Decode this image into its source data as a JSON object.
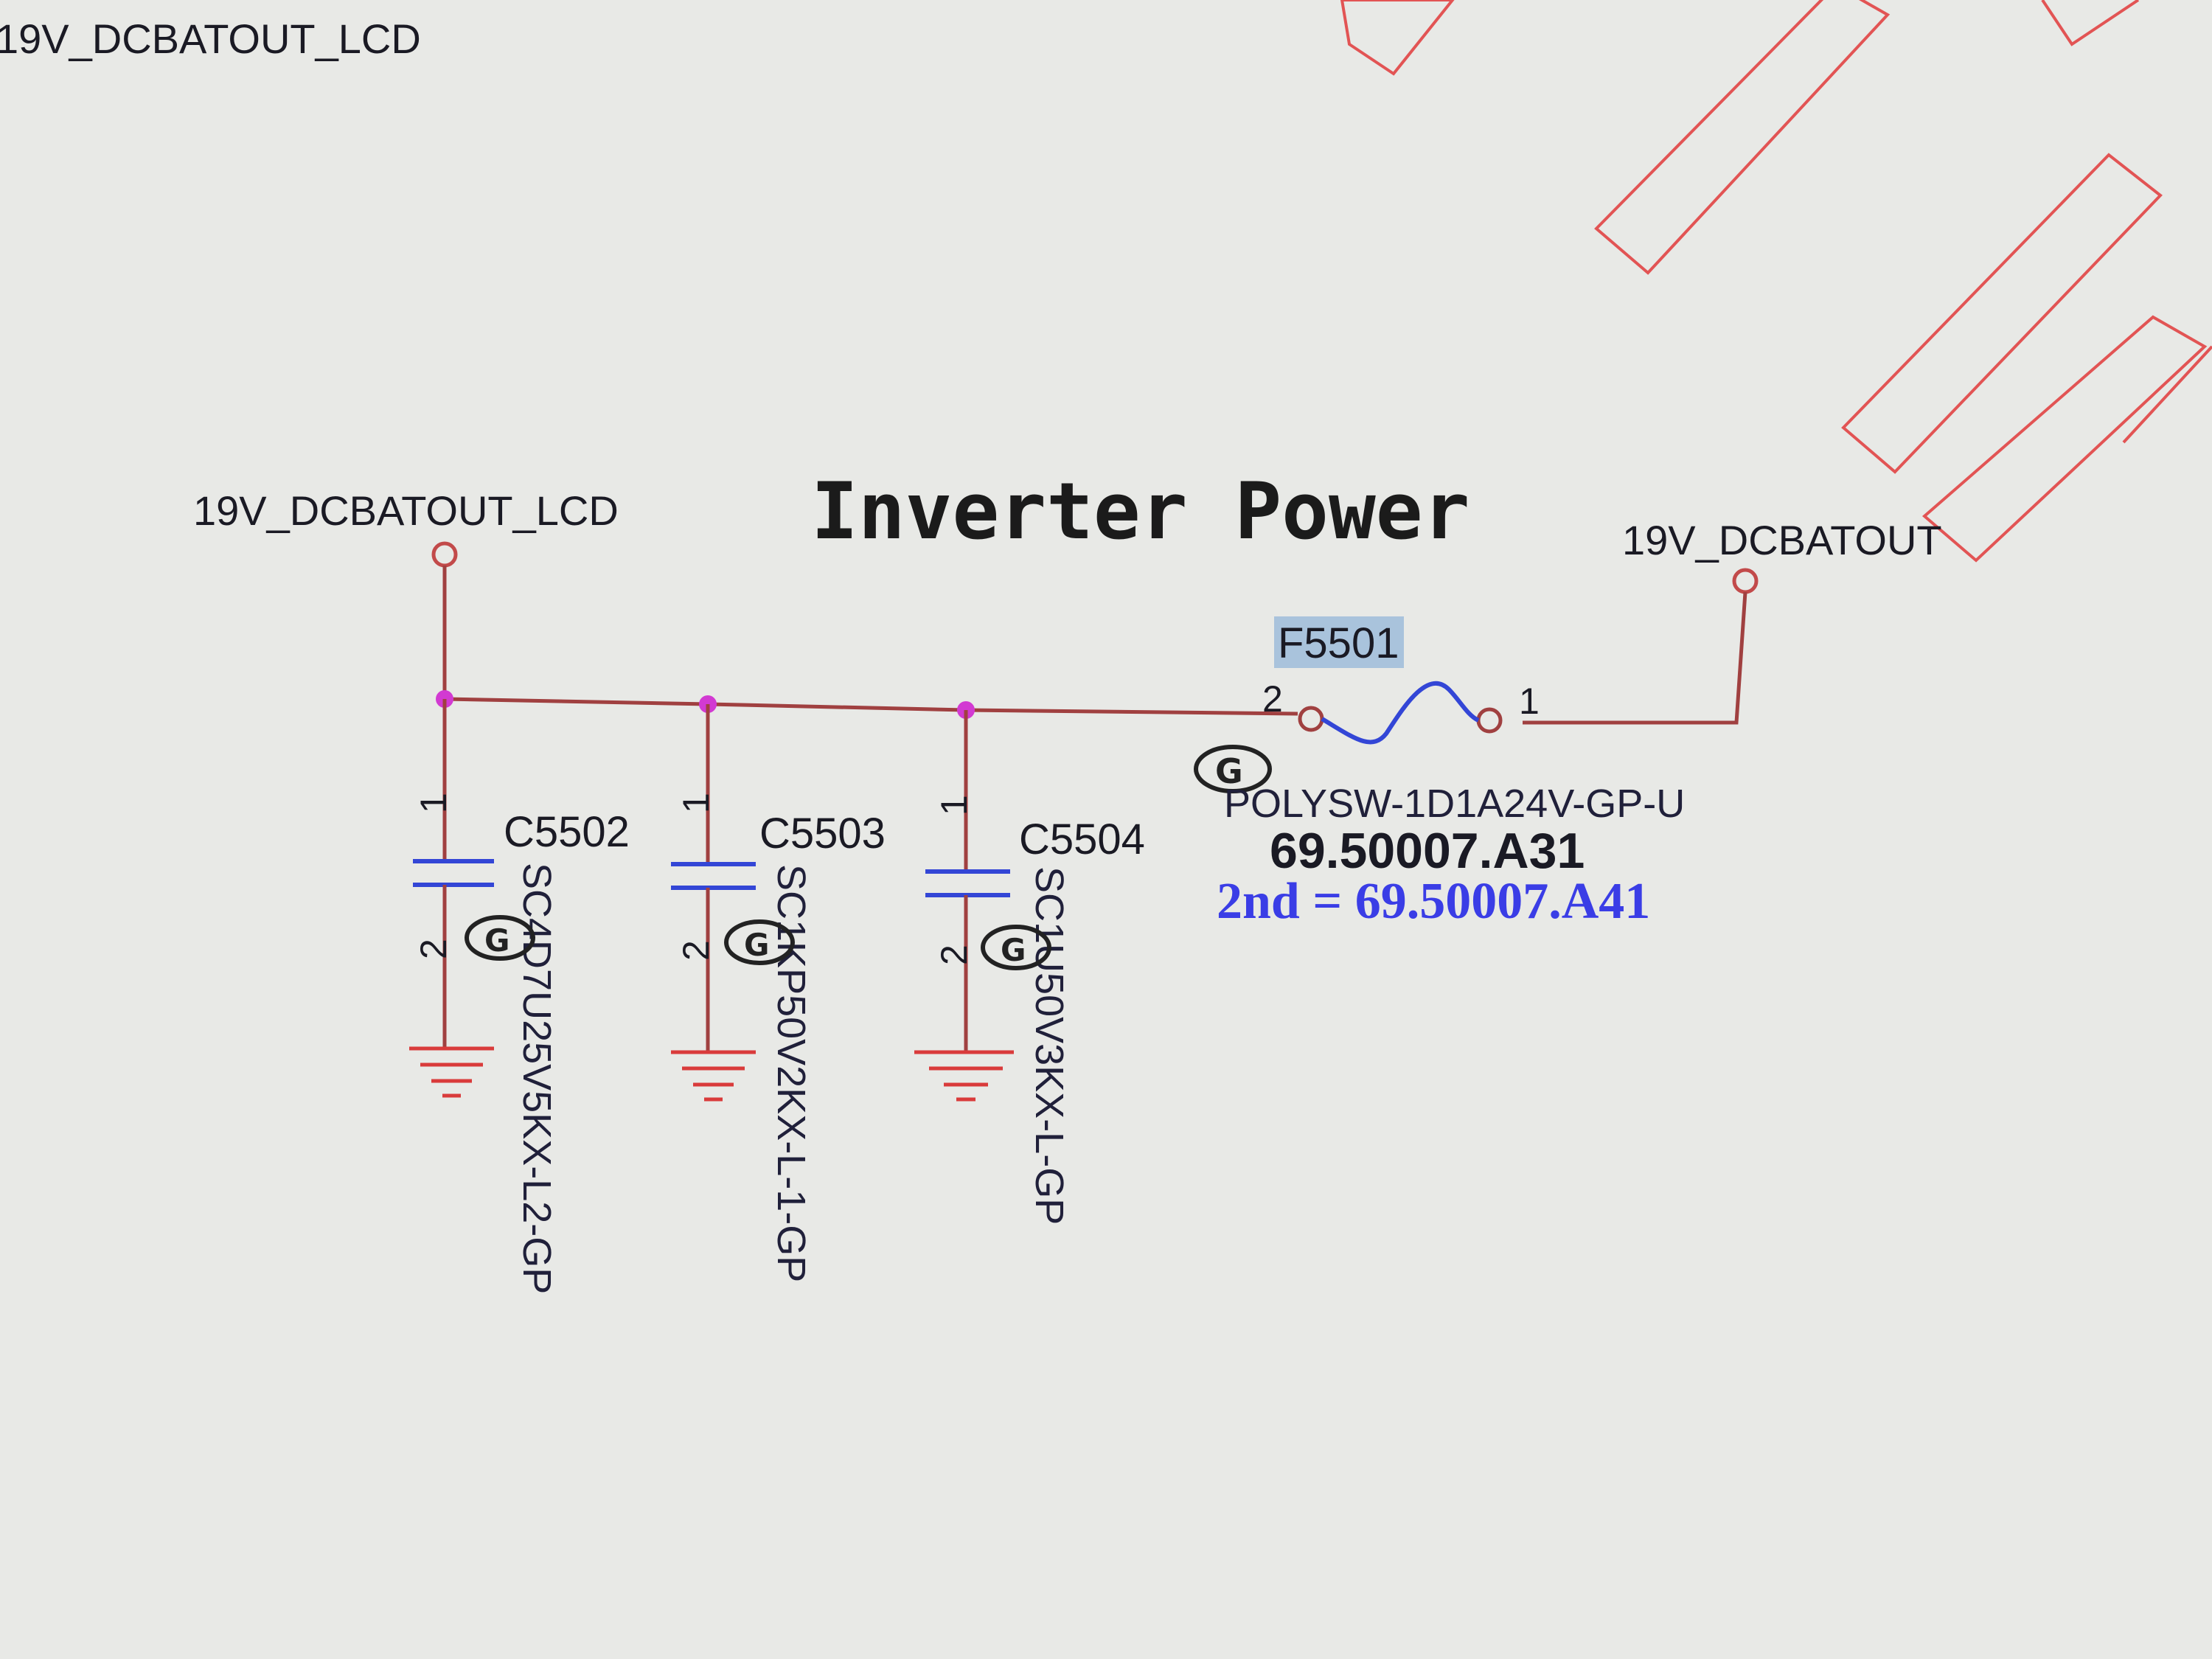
{
  "colors": {
    "background": "#e8e9e6",
    "wire": "#a04040",
    "junction": "#d23ad2",
    "ground": "#d93b3b",
    "pcb_outline": "#e25454",
    "fuse_body": "#3346d6",
    "text": "#1a1a24",
    "alt_text": "#3a3de6"
  },
  "net_top_left": "19V_DCBATOUT_LCD",
  "title": "Inverter Power",
  "nets": {
    "left": "19V_DCBATOUT_LCD",
    "right": "19V_DCBATOUT"
  },
  "fuse": {
    "ref": "F5501",
    "pin_left": "2",
    "pin_right": "1",
    "part": "POLYSW-1D1A24V-GP-U",
    "pn": "69.50007.A31",
    "alt_pn": "2nd = 69.50007.A41"
  },
  "capacitors": [
    {
      "ref": "C5502",
      "part": "SC4D7U25V5KX-L2-GP",
      "pin_top": "1",
      "pin_bottom": "2"
    },
    {
      "ref": "C5503",
      "part": "SC1KP50V2KX-L-1-GP",
      "pin_top": "1",
      "pin_bottom": "2"
    },
    {
      "ref": "C5504",
      "part": "SC1U50V3KX-L-GP",
      "pin_top": "1",
      "pin_bottom": "2"
    }
  ],
  "icons": {
    "symbol": "green-package-icon",
    "ground": "ground-icon"
  }
}
